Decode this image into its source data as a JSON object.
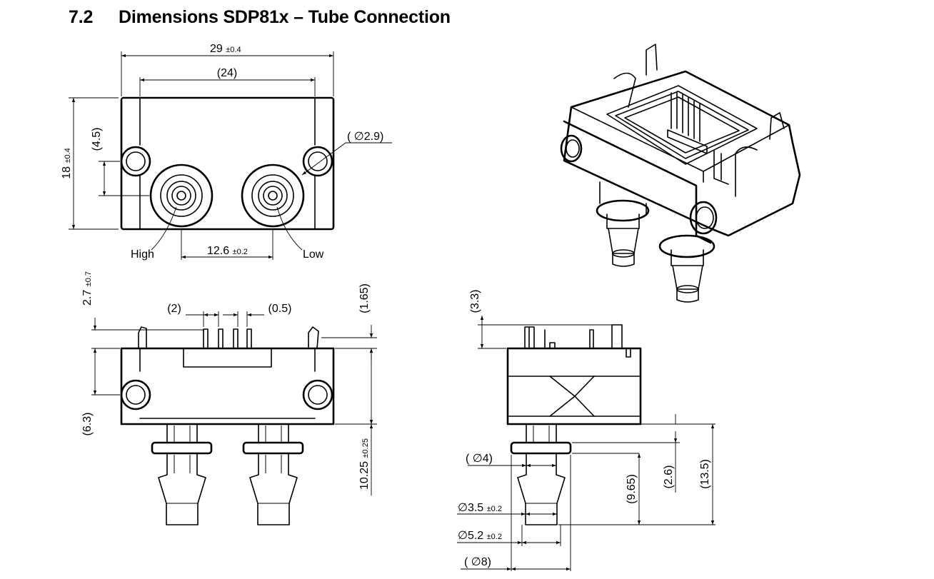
{
  "section": {
    "number": "7.2",
    "title": "Dimensions SDP81x – Tube Connection"
  },
  "top_view": {
    "width": "29",
    "width_tol": "±0.4",
    "inner_width": "24",
    "height": "18",
    "height_tol": "±0.4",
    "hole_offset": "4.5",
    "hole_diameter": "2.9",
    "port_spacing": "12.6",
    "port_spacing_tol": "±0.2",
    "port_high_label": "High",
    "port_low_label": "Low"
  },
  "front_view": {
    "pin_height": "2.7",
    "pin_height_tol": "±0.7",
    "pin_pitch": "2",
    "pin_width": "0.5",
    "pin_above_body": "1.65",
    "hole_height": "6.3",
    "tube_height": "10.25",
    "tube_height_tol": "±0.25"
  },
  "side_view": {
    "pin_above_body": "3.3",
    "tube_diameter": "4",
    "barb_diameter": "3.5",
    "barb_diameter_tol": "±0.2",
    "tip_diameter": "5.2",
    "tip_diameter_tol": "±0.2",
    "flange_diameter": "8",
    "flange_height": "2.6",
    "tube_length": "9.65",
    "total_length": "13.5"
  },
  "symbols": {
    "diameter": "∅"
  }
}
